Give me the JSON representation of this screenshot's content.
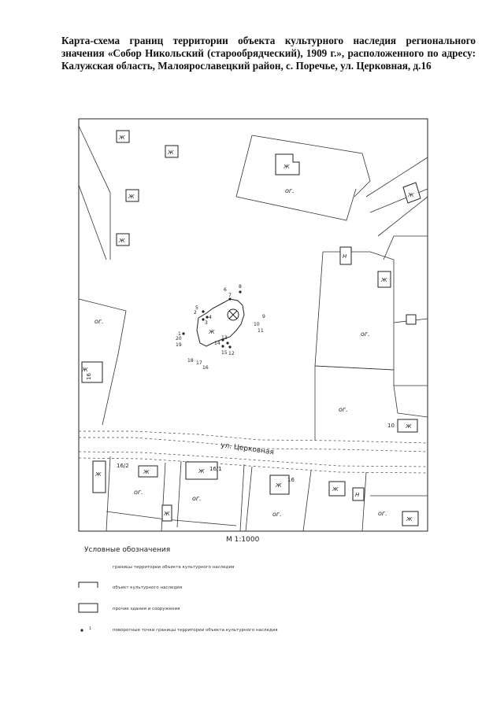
{
  "title": "Карта-схема границ территории объекта культурного наследия регионального значения «Собор Никольский (старообрядческий), 1909 г.», расположенного по адресу: Калужская область, Малоярославецкий район, с. Поречье, ул. Церковная, д.16",
  "map": {
    "street_label": "ул. Церковная",
    "parcel_label": "ог.",
    "residential_label": "Ж",
    "nonresidential_label": "Н",
    "house_numbers": [
      "16/2",
      "16/1",
      "16",
      "10"
    ],
    "boundary_points": [
      "1",
      "2",
      "3",
      "4",
      "5",
      "6",
      "7",
      "8",
      "9",
      "10",
      "11",
      "12",
      "13",
      "14",
      "15",
      "16",
      "17",
      "18",
      "19",
      "20"
    ],
    "scale": "М 1:1000"
  },
  "legend": {
    "title": "Условные обозначения",
    "items": [
      {
        "symbol": "boundary-line",
        "text": "границы территории объекта культурного наследия"
      },
      {
        "symbol": "heritage-object",
        "text": "объект культурного наследия"
      },
      {
        "symbol": "other-buildings",
        "text": "прочие здания и сооружения"
      },
      {
        "symbol": "turning-point",
        "marker": "• 1",
        "text": "поворотные точки границы территории объекта культурного наследия"
      }
    ]
  }
}
